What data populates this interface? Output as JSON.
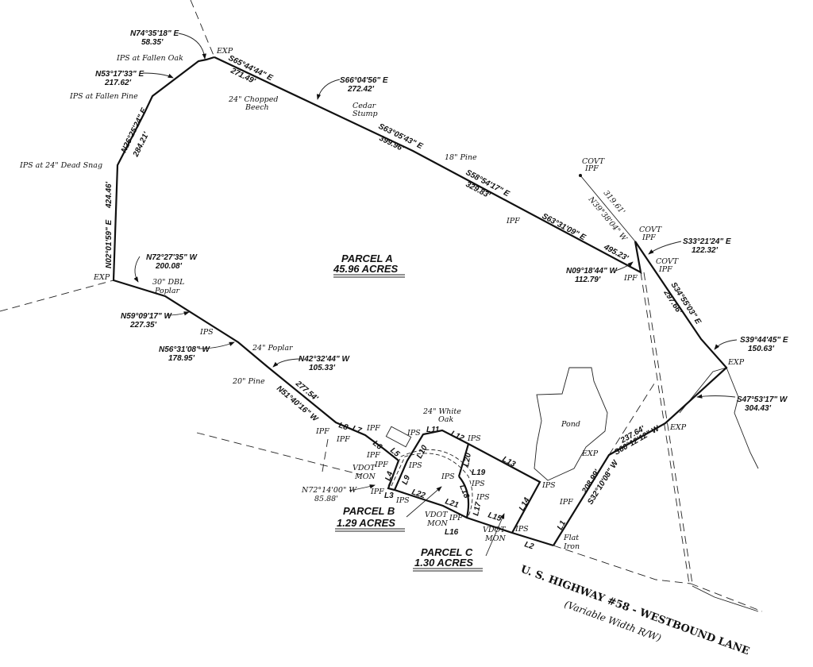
{
  "parcels": {
    "a": {
      "name": "PARCEL A",
      "area": "45.96 ACRES"
    },
    "b": {
      "name": "PARCEL B",
      "area": "1.29 ACRES"
    },
    "c": {
      "name": "PARCEL C",
      "area": "1.30 ACRES"
    }
  },
  "highway": {
    "name": "U. S. HIGHWAY #58 - WESTBOUND LANE",
    "note": "(Variable Width R/W)"
  },
  "bearings": [
    {
      "bearing": "N74°35'18\" E",
      "distance": "58.35'"
    },
    {
      "bearing": "N53°17'33\" E",
      "distance": "217.62'"
    },
    {
      "bearing": "N26°25'24\" E",
      "distance": "284.21'"
    },
    {
      "bearing": "N02°01'59\" E",
      "distance": "424.46'"
    },
    {
      "bearing": "S65°44'44\" E",
      "distance": "271.49'"
    },
    {
      "bearing": "S66°04'56\" E",
      "distance": "272.42'"
    },
    {
      "bearing": "S63°05'43\" E",
      "distance": "399.96'"
    },
    {
      "bearing": "S58°54'17\" E",
      "distance": "329.83'"
    },
    {
      "bearing": "S63°31'09\" E",
      "distance": "495.23'"
    },
    {
      "bearing": "N09°18'44\" W",
      "distance": "112.79'"
    },
    {
      "bearing": "N39°38'04\" W",
      "distance": "319.61'"
    },
    {
      "bearing": "S33°21'24\" E",
      "distance": "122.32'"
    },
    {
      "bearing": "S34°55'03\" E",
      "distance": "297.66'"
    },
    {
      "bearing": "S39°44'45\" E",
      "distance": "150.63'"
    },
    {
      "bearing": "S47°53'17\" W",
      "distance": "304.43'"
    },
    {
      "bearing": "S60°12'12\" W",
      "distance": "237.64'"
    },
    {
      "bearing": "S32°10'08\" W",
      "distance": "208.99'"
    },
    {
      "bearing": "N72°27'35\" W",
      "distance": "200.08'"
    },
    {
      "bearing": "N59°09'17\" W",
      "distance": "227.35'"
    },
    {
      "bearing": "N56°31'08\" W",
      "distance": "178.95'"
    },
    {
      "bearing": "N42°32'44\" W",
      "distance": "105.33'"
    },
    {
      "bearing": "N51°40'16\" W",
      "distance": "277.54'"
    },
    {
      "bearing": "N72°14'00\" W",
      "distance": "85.88'"
    }
  ],
  "monuments": {
    "fallen_oak": "IPS at Fallen Oak",
    "fallen_pine": "IPS at Fallen Pine",
    "dead_snag": "IPS at 24\" Dead Snag",
    "exp": "EXP",
    "ipf": "IPF",
    "ips": "IPS",
    "covt": "COVT",
    "vdot": "VDOT",
    "mon": "MON",
    "flat": "Flat",
    "iron": "Iron"
  },
  "trees": {
    "beech1": "24\" Chopped",
    "beech2": "Beech",
    "cedar1": "Cedar",
    "cedar2": "Stump",
    "pine18": "18\" Pine",
    "poplar30a": "30\" DBL",
    "poplar30b": "Poplar",
    "poplar24": "24\" Poplar",
    "pine20": "20\" Pine",
    "oak1": "24\" White",
    "oak2": "Oak"
  },
  "features": {
    "pond": "Pond"
  },
  "line_labels": [
    "L1",
    "L2",
    "L3",
    "L4",
    "L5",
    "L6",
    "L7",
    "L8",
    "L9",
    "L10",
    "L11",
    "L12",
    "L13",
    "L14",
    "L15",
    "L16",
    "L17",
    "L18",
    "L19",
    "L20",
    "L21",
    "L22"
  ]
}
